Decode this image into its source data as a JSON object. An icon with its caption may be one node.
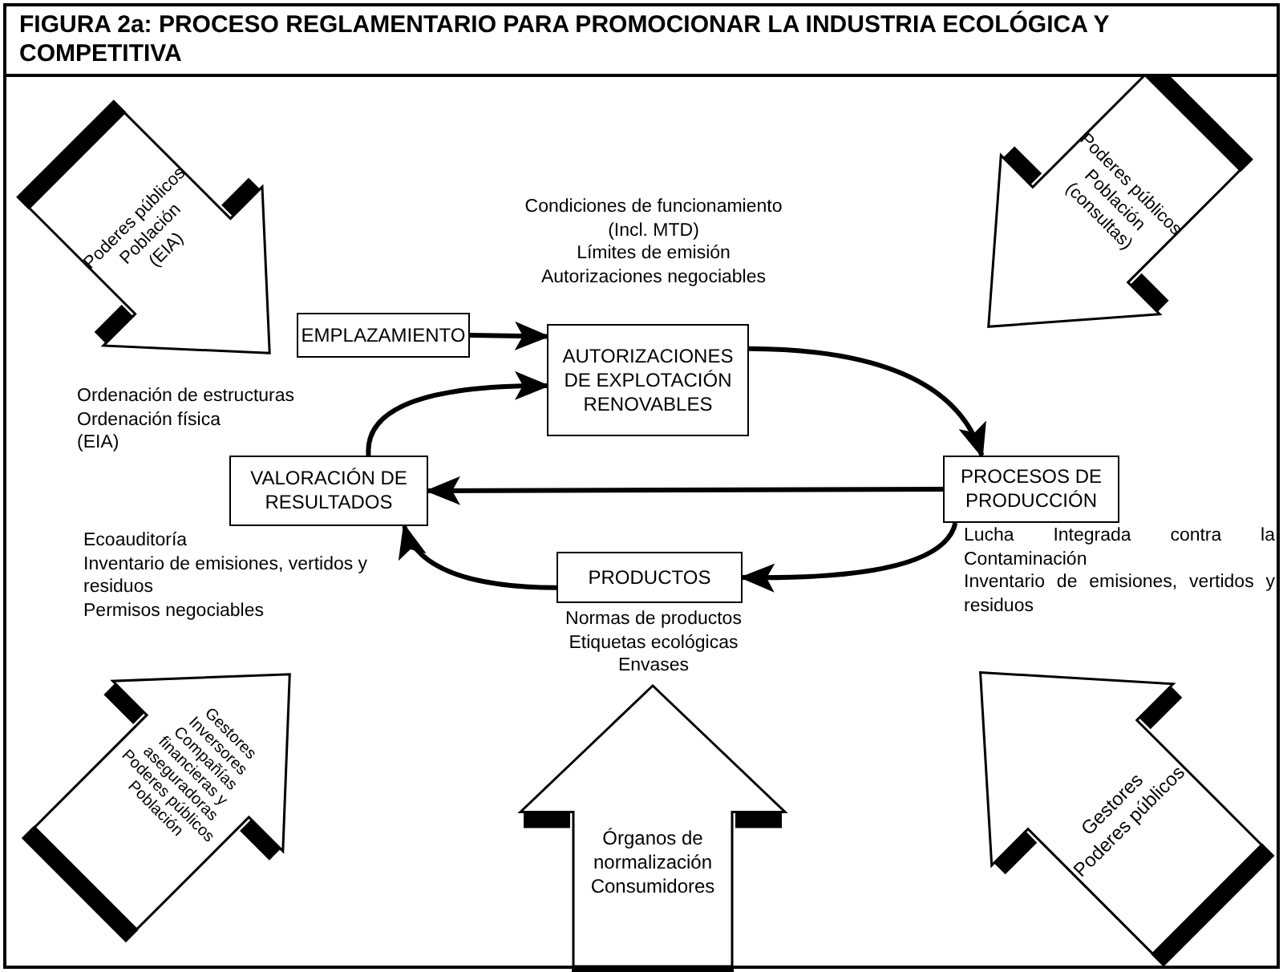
{
  "diagram": {
    "title": "FIGURA 2a: PROCESO REGLAMENTARIO PARA PROMOCIONAR LA INDUSTRIA ECOLÓGICA Y COMPETITIVA",
    "nodes": [
      {
        "text": [
          "EMPLAZAMIENTO"
        ]
      },
      {
        "text": [
          "AUTORIZACIONES DE EXPLOTACIÓN RENOVABLES"
        ],
        "beside": [
          "Condiciones de funcionamiento",
          "(Incl. MTD)",
          "Límites de emisión",
          "Autorizaciones negociables"
        ]
      },
      {
        "text": [
          "PROCESOS DE PRODUCCIÓN"
        ],
        "beside": [
          "Lucha Integrada contra la Contaminación",
          "Inventario de emisiones, vertidos y residuos"
        ]
      },
      {
        "text": [
          "PRODUCTOS"
        ],
        "beside": [
          "Normas de productos",
          "Etiquetas ecológicas",
          "Envases"
        ]
      },
      {
        "text": [
          "VALORACIÓN DE RESULTADOS"
        ],
        "beside": [
          "Ecoauditoría",
          "Inventario de emisiones, vertidos y residuos",
          "Permisos negociables"
        ]
      },
      {
        "text": [
          "Poderes públicos",
          "Población",
          "(EIA)"
        ]
      },
      {
        "text": [
          "Poderes públicos",
          "Población",
          "(consultas)"
        ]
      },
      {
        "text": [
          "Gestores",
          "Inversores",
          "Compañías financieras y aseguradoras",
          "Poderes públicos",
          "Población"
        ]
      },
      {
        "text": [
          "Órganos de normalización",
          "Consumidores"
        ]
      },
      {
        "text": [
          "Gestores",
          "Poderes públicos"
        ]
      }
    ],
    "edges": [
      {
        "from": 0,
        "to": 1,
        "arrow": "to"
      },
      {
        "from": 1,
        "to": 2,
        "arrow": "to"
      },
      {
        "from": 2,
        "to": 4,
        "arrow": "to"
      },
      {
        "from": 2,
        "to": 3,
        "arrow": "to"
      },
      {
        "from": 3,
        "to": 4,
        "arrow": "to"
      },
      {
        "from": 4,
        "to": 1,
        "arrow": "to"
      }
    ],
    "labels": [
      "Ordenación de estructuras",
      "Ordenación física",
      "(EIA)"
    ]
  }
}
